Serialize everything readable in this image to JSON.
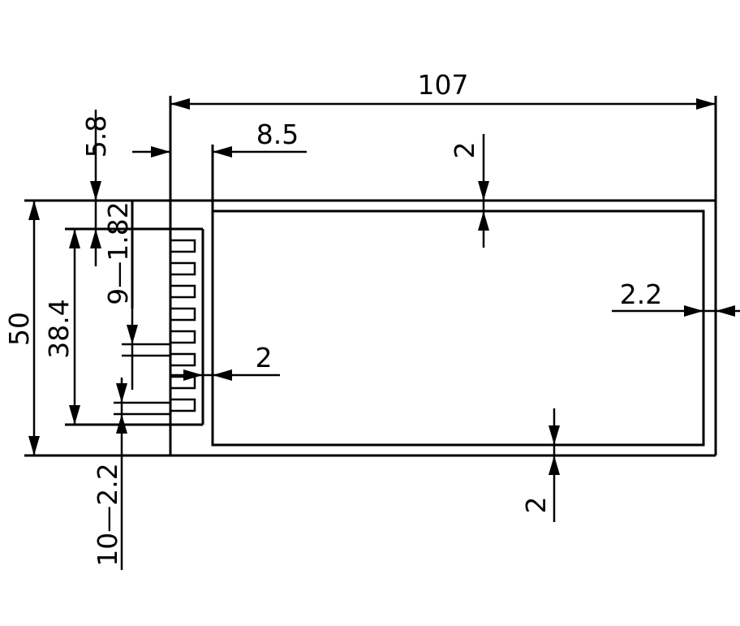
{
  "dimensions": {
    "total_length": "107",
    "offset_width": "8.5",
    "pin_offset": "5.8",
    "total_height": "50",
    "pin_span": "38.4",
    "pin_upper_pitch": "9—1.82",
    "pin_lower_pitch": "10—2.2",
    "pin_gap": "2",
    "top_margin": "2",
    "right_margin": "2.2",
    "bottom_margin": "2"
  },
  "colors": {
    "line": "#000000",
    "background": "#ffffff"
  }
}
